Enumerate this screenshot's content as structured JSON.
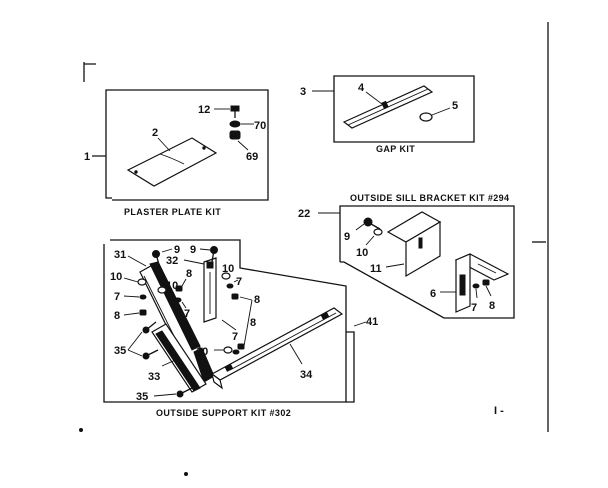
{
  "captions": {
    "plaster_plate_kit": "PLASTER PLATE KIT",
    "gap_kit": "GAP KIT",
    "outside_sill_bracket_kit": "OUTSIDE SILL BRACKET KIT #294",
    "outside_support_kit": "OUTSIDE SUPPORT KIT #302"
  },
  "callouts": {
    "plaster": {
      "kit": "1",
      "plate": "2",
      "screw": "12",
      "washer": "70",
      "nut": "69"
    },
    "gap": {
      "kit": "3",
      "strip": "4",
      "plug": "5"
    },
    "sill": {
      "kit": "22",
      "screw": "9",
      "washer": "10",
      "bracket": "11",
      "angle": "6",
      "lockwasher": "7",
      "nut": "8"
    },
    "support": {
      "leg": "31",
      "screw_a": "9",
      "screw_b": "9",
      "bracket": "32",
      "washer_a": "10",
      "washer_b": "10",
      "washer_c": "10",
      "washer_d": "10",
      "lock_a": "7",
      "lock_b": "7",
      "lock_c": "7",
      "lock_d": "7",
      "nut_a": "8",
      "nut_b": "8",
      "nut_c": "8",
      "nut_d": "8",
      "bolt_a": "35",
      "bolt_b": "35",
      "brace": "33",
      "rail": "34",
      "kit": "41"
    },
    "stray_mark": "I -"
  }
}
